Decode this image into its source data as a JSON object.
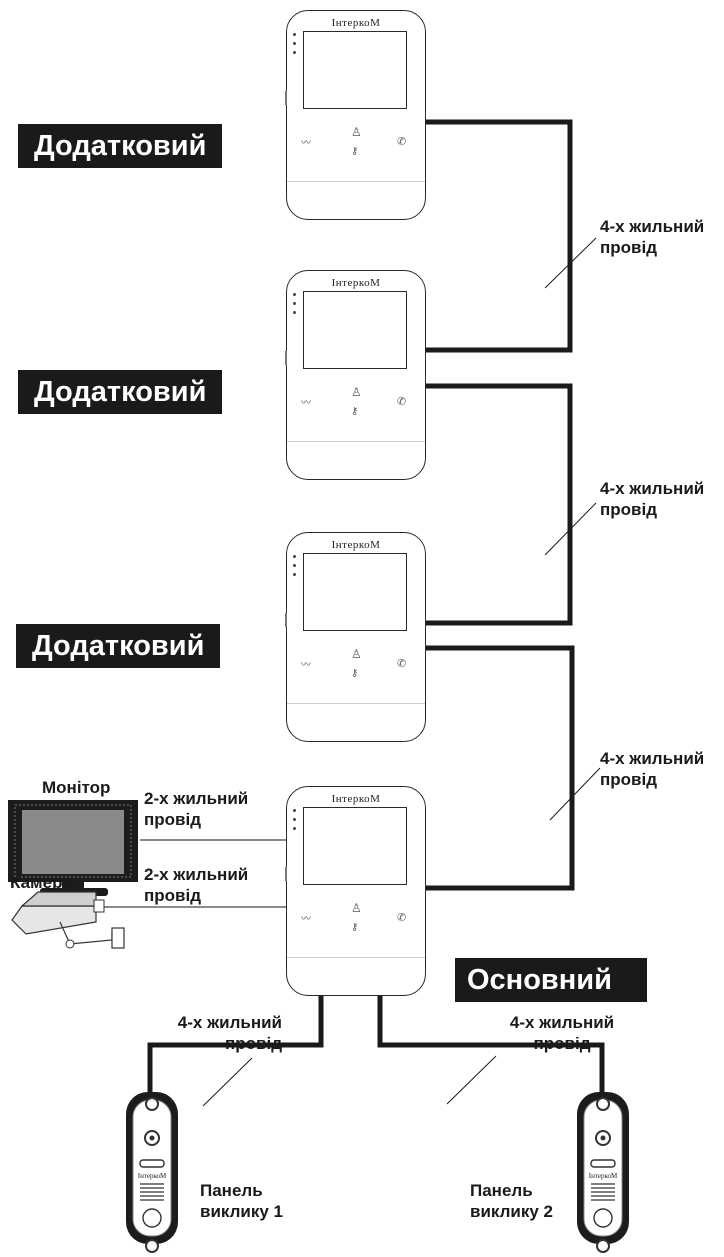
{
  "monitors": [
    {
      "brand": "ІнтеркоМ",
      "role": ""
    },
    {
      "brand": "ІнтеркоМ",
      "role": ""
    },
    {
      "brand": "ІнтеркоМ",
      "role": ""
    },
    {
      "brand": "ІнтеркоМ",
      "role": ""
    }
  ],
  "labels": {
    "extra1": "Додатковий",
    "extra2": "Додатковий",
    "extra3": "Додатковий",
    "main": "Основний"
  },
  "wires": {
    "w1": {
      "line1": "4-х жильний",
      "line2": "провід"
    },
    "w2": {
      "line1": "4-х жильний",
      "line2": "провід"
    },
    "w3": {
      "line1": "4-х жильний",
      "line2": "провід"
    },
    "w_monitor": {
      "line1": "2-х жильний",
      "line2": "провід"
    },
    "w_camera": {
      "line1": "2-х жильний",
      "line2": "провід"
    },
    "w_panel1": {
      "line1": "4-х жильний",
      "line2": "провід"
    },
    "w_panel2": {
      "line1": "4-х жильний",
      "line2": "провід"
    }
  },
  "devices": {
    "tv_label": "Монітор",
    "camera_label": "Камера",
    "panel1": {
      "line1": "Панель",
      "line2": "виклику 1",
      "brand": "ІнтеркоМ"
    },
    "panel2": {
      "line1": "Панель",
      "line2": "виклику 2",
      "brand": "ІнтеркоМ"
    }
  },
  "colors": {
    "wire": "#1a1a1a",
    "label_bg": "#1a1a1a",
    "label_text": "#ffffff"
  }
}
